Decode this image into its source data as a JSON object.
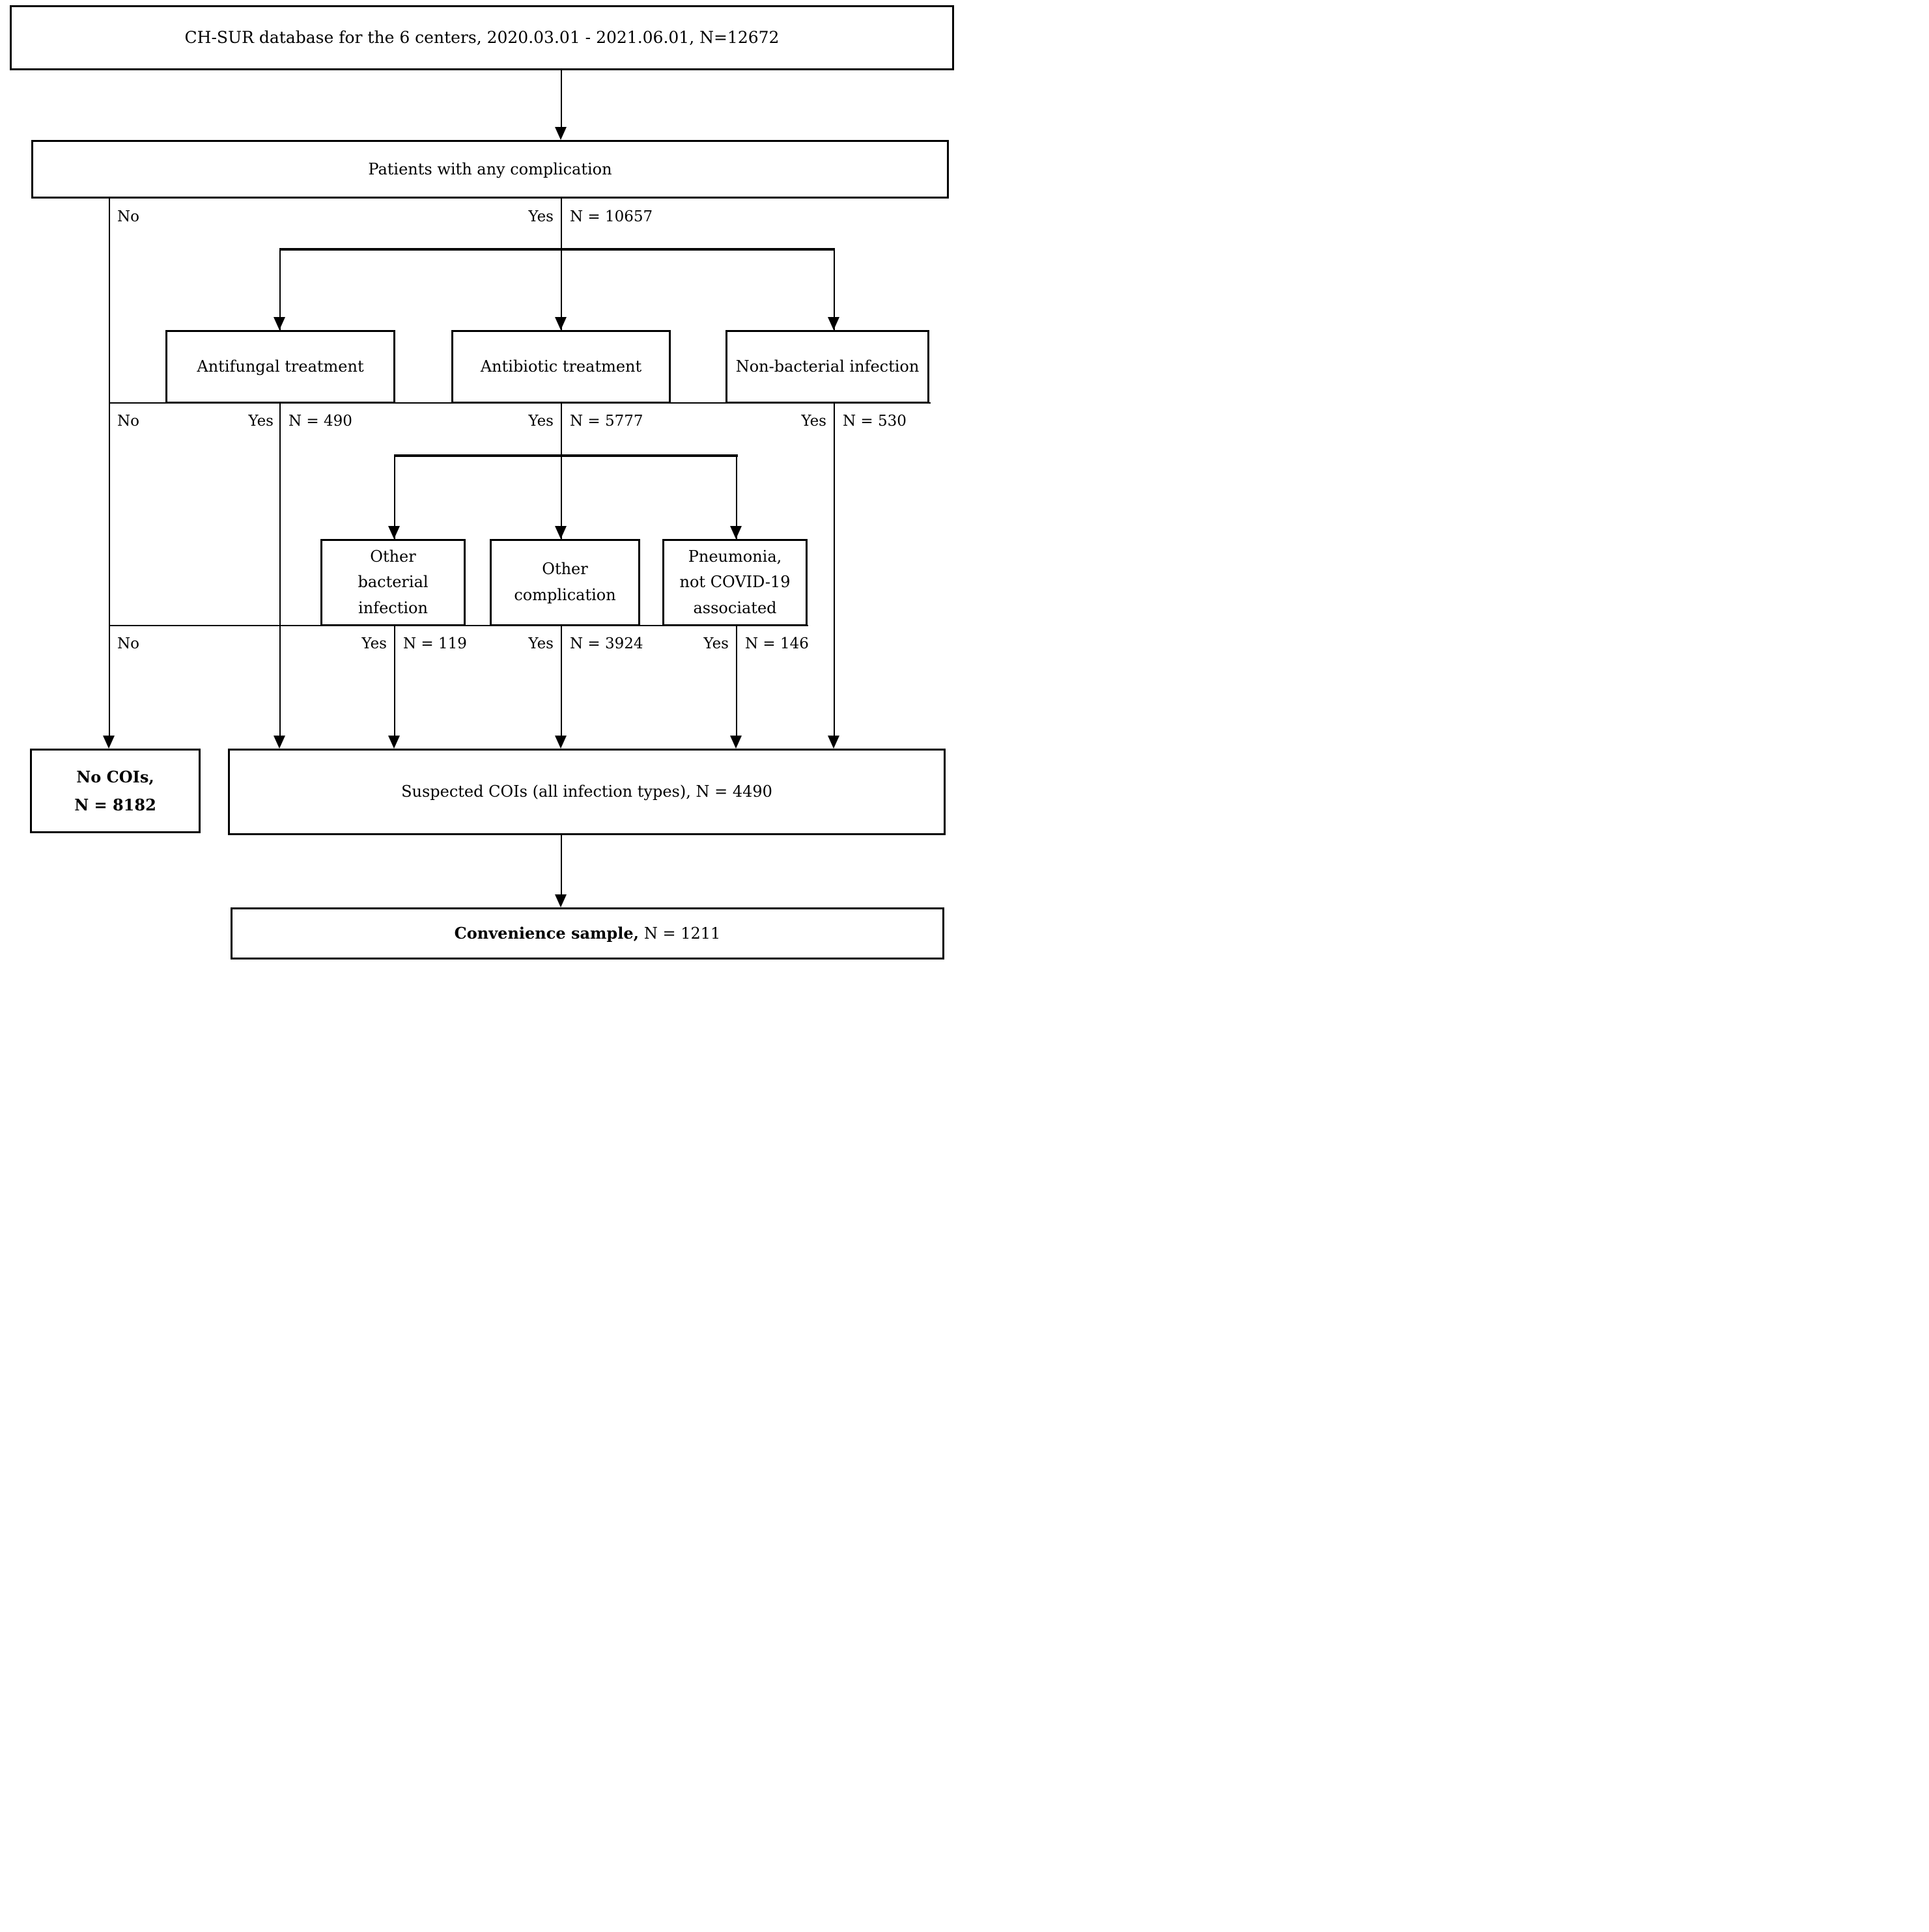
{
  "figure": {
    "nodes": {
      "database": "CH-SUR database for the 6 centers, 2020.03.01 - 2021.06.01, N=12672",
      "any_complication": "Patients with any complication",
      "antifungal": "Antifungal treatment",
      "antibiotic": "Antibiotic treatment",
      "non_bacterial": "Non-bacterial infection",
      "other_bacterial": "Other bacterial infection",
      "other_complication": "Other complication",
      "pneumonia": "Pneumonia, not COVID-19 associated",
      "no_cois_line1": "No COIs,",
      "no_cois_line2": "N = 8182",
      "suspected": "Suspected COIs (all infection types), N = 4490",
      "convenience_bold": "Convenience sample,",
      "convenience_rest": "N = 1211"
    },
    "edges": {
      "complication_no": "No",
      "complication_yes": "Yes",
      "complication_yes_n": "N = 10657",
      "row1_no": "No",
      "antifungal_yes": "Yes",
      "antifungal_yes_n": "N = 490",
      "antibiotic_yes": "Yes",
      "antibiotic_yes_n": "N = 5777",
      "non_bacterial_yes": "Yes",
      "non_bacterial_yes_n": "N = 530",
      "row2_no": "No",
      "other_bacterial_yes": "Yes",
      "other_bacterial_yes_n": "N = 119",
      "other_complication_yes": "Yes",
      "other_complication_yes_n": "N = 3924",
      "pneumonia_yes": "Yes",
      "pneumonia_yes_n": "N = 146"
    },
    "colors": {
      "line": "#000000",
      "background": "#ffffff",
      "text": "#000000"
    }
  }
}
